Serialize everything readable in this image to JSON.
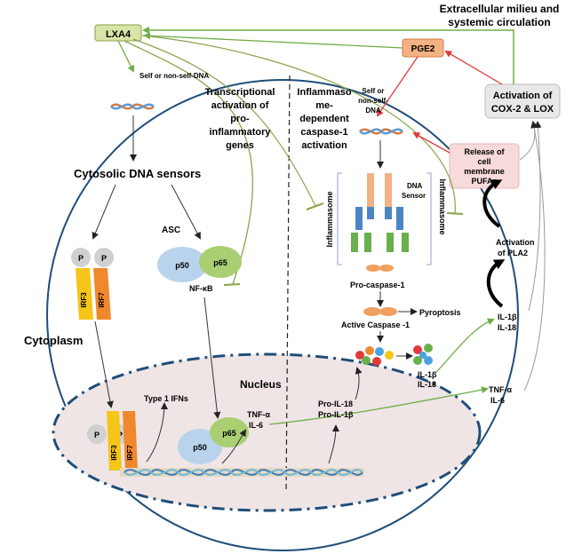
{
  "header": {
    "line1": "Extracellular milieu and",
    "line2": "systemic circulation"
  },
  "boxes": {
    "lxa4": "LXA4",
    "pge2": "PGE2",
    "cox_lox_line1": "Activation of",
    "cox_lox_line2": "COX-2 & LOX",
    "release_line1": "Release of",
    "release_line2": "cell",
    "release_line3": "membrane",
    "release_line4": "PUFAs"
  },
  "left": {
    "dna_label": "Self or non-self-DNA",
    "sensors": "Cytosolic DNA sensors",
    "asc": "ASC",
    "p_label": "P",
    "irf3": "IRF3",
    "irf7": "IRF7",
    "p50": "p50",
    "p65": "p65",
    "nfkb": "NF-κB",
    "cytoplasm": "Cytoplasm"
  },
  "transcriptional": {
    "l1": "Transcriptional",
    "l2": "activation of",
    "l3": "pro-",
    "l4": "inflammatory",
    "l5": "genes"
  },
  "inflammasome_activation": {
    "l1": "Inflammaso",
    "l2": "me-",
    "l3": "dependent",
    "l4": "caspase-1",
    "l5": "activation"
  },
  "right": {
    "dna_l1": "Self or",
    "dna_l2": "non-self-",
    "dna_l3": "DNA",
    "dna_sensor_l1": "DNA",
    "dna_sensor_l2": "Sensor",
    "inflammasome": "Inflammasome",
    "procaspase": "Pro-caspase-1",
    "active_caspase": "Active Caspase -1",
    "pyroptosis": "Pyroptosis",
    "il1b": "IL-1β",
    "il18": "IL-18",
    "pla2_l1": "Activation",
    "pla2_l2": "of PLA2",
    "il1b_out": "IL-1β",
    "il18_out": "IL-18",
    "tnf_out": "TNF-α",
    "il6_out": "IL-6"
  },
  "nucleus": {
    "title": "Nucleus",
    "type1": "Type 1 IFNs",
    "tnf": "TNF-α",
    "il6": "IL-6",
    "proil18": "Pro-IL-18",
    "proil1b": "Pro-IL-1β"
  },
  "colors": {
    "cell_border": "#1f4e79",
    "lxa4_fill": "#d8e4a8",
    "pge2_fill": "#f5b183",
    "cox_fill": "#e8e8e8",
    "release_fill": "#f7dada",
    "nucleus_fill": "#efe5e5",
    "green_arrow": "#70ad47",
    "red_arrow": "#e03a3a",
    "irf_yellow": "#f5c518",
    "irf_orange": "#f0882c",
    "p50_blue": "#b9d3ec",
    "p65_green": "#a9cf72"
  },
  "icons": [
    "dna-helix-icon",
    "phosphate-icon",
    "caspase-dots-icon",
    "curved-arrow-icon"
  ]
}
